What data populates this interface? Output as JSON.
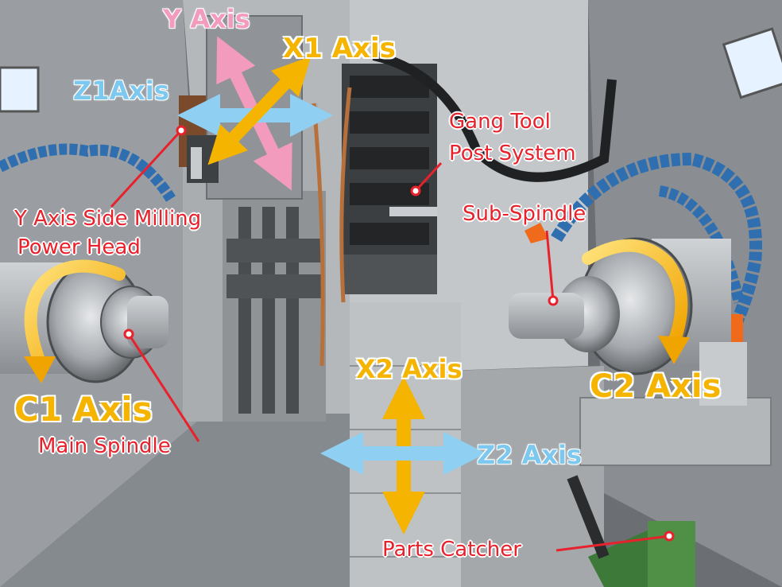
{
  "labels": {
    "y_axis": "Y Axis",
    "x1_axis": "X1 Axis",
    "z1_axis": "Z1Axis",
    "gang_tool_line1": "Gang Tool",
    "gang_tool_line2": "Post System",
    "sub_spindle": "Sub-Spindle",
    "y_milling_line1": "Y Axis Side Milling",
    "y_milling_line2": "Power Head",
    "c1_axis": "C1 Axis",
    "main_spindle": "Main Spindle",
    "x2_axis": "X2 Axis",
    "z2_axis": "Z2 Axis",
    "c2_axis": "C2 Axis",
    "parts_catcher": "Parts Catcher"
  },
  "colors": {
    "pink": "#f29bbd",
    "orange": "#f5b400",
    "blue": "#8fd0f2",
    "red": "#e8222c"
  }
}
